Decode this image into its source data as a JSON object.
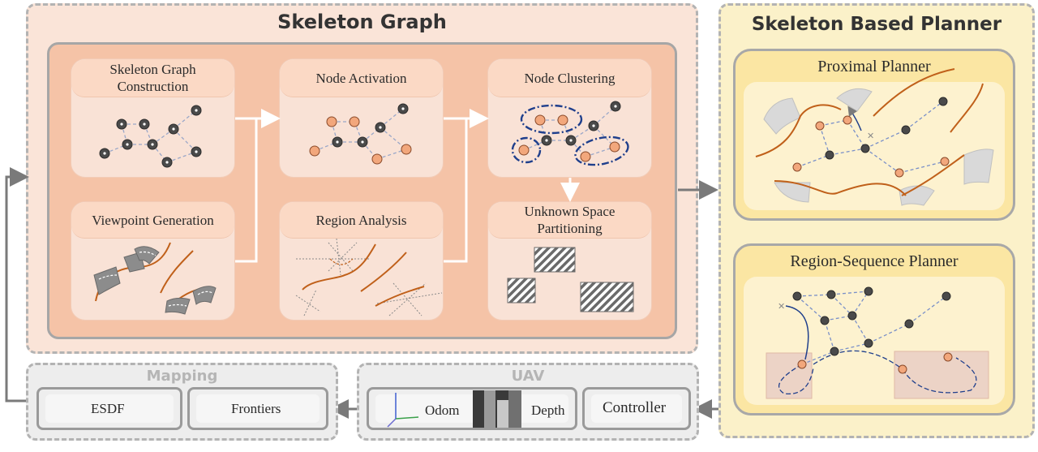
{
  "skeleton_graph": {
    "title": "Skeleton Graph",
    "cards": {
      "construction": "Skeleton Graph\nConstruction",
      "activation": "Node Activation",
      "clustering": "Node Clustering",
      "viewpoint": "Viewpoint Generation",
      "region": "Region Analysis",
      "unknown": "Unknown Space\nPartitioning"
    }
  },
  "planner": {
    "title": "Skeleton Based Planner",
    "proximal": "Proximal Planner",
    "region_sequence": "Region-Sequence Planner"
  },
  "mapping": {
    "title": "Mapping",
    "esdf": "ESDF",
    "frontiers": "Frontiers"
  },
  "uav": {
    "title": "UAV",
    "odom": "Odom",
    "depth": "Depth",
    "controller": "Controller"
  },
  "colors": {
    "skeleton_bg": "#fae4d8",
    "skeleton_inner": "#f5c3a7",
    "planner_bg": "#fbf1c9",
    "node_dark": "#4a4a4a",
    "node_active": "#f2a77c",
    "curve": "#c0601a",
    "cluster_ring": "#1f3f8c"
  }
}
